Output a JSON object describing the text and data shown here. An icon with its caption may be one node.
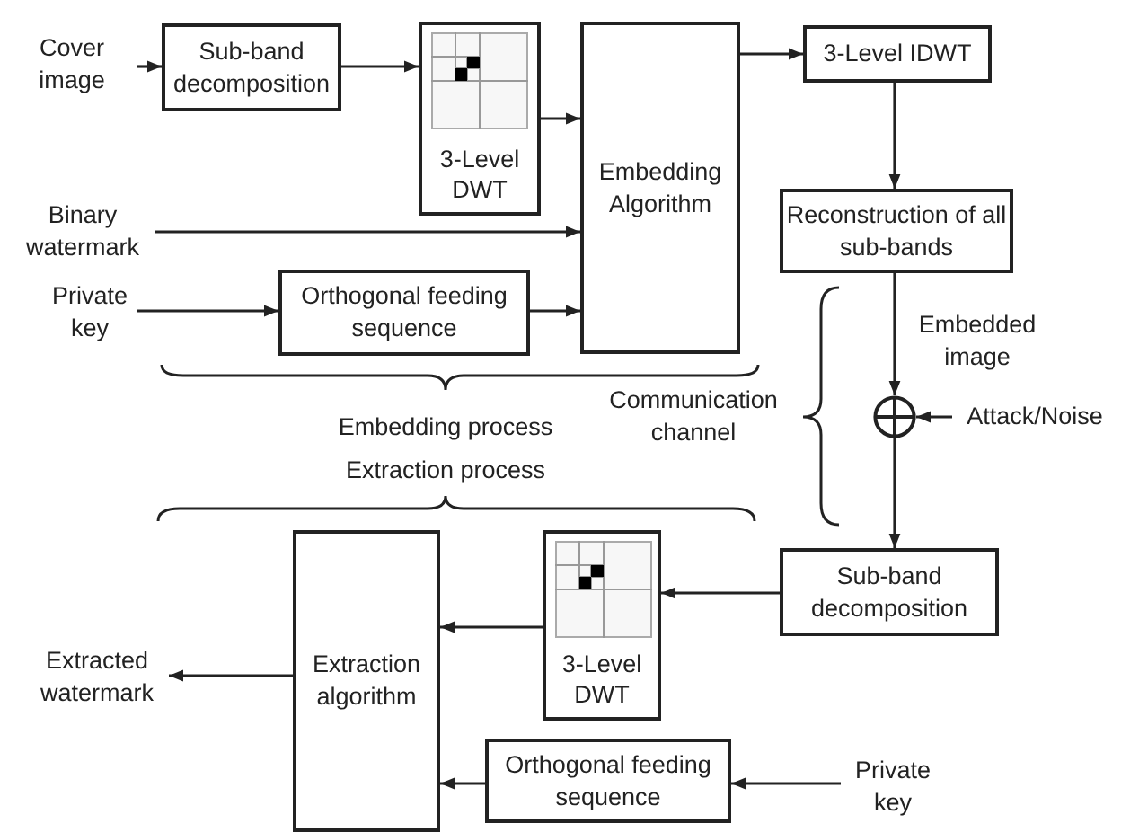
{
  "diagram": {
    "nodes": [
      {
        "text": [
          "Cover image"
        ]
      },
      {
        "text": [
          "Sub-band decomposition"
        ]
      },
      {
        "text": [
          "3-Level DWT"
        ]
      },
      {
        "text": [
          "Binary watermark"
        ]
      },
      {
        "text": [
          "Private key"
        ]
      },
      {
        "text": [
          "Orthogonal feeding sequence"
        ]
      },
      {
        "text": [
          "Embedding Algorithm"
        ]
      },
      {
        "text": [
          "3-Level IDWT"
        ]
      },
      {
        "text": [
          "Reconstruction of all sub-bands"
        ]
      },
      {
        "text": [],
        "shape": "circle"
      },
      {
        "text": [
          "Attack/Noise"
        ]
      },
      {
        "text": [
          "Sub-band decomposition"
        ]
      },
      {
        "text": [
          "3-Level DWT"
        ]
      },
      {
        "text": [
          "Extraction algorithm"
        ]
      },
      {
        "text": [
          "Extracted watermark"
        ]
      },
      {
        "text": [
          "Orthogonal feeding sequence"
        ]
      },
      {
        "text": [
          "Private key"
        ]
      }
    ],
    "edges": [
      {
        "from": 0,
        "to": 1,
        "arrow": "to"
      },
      {
        "from": 1,
        "to": 2,
        "arrow": "to"
      },
      {
        "from": 2,
        "to": 6,
        "arrow": "to"
      },
      {
        "from": 3,
        "to": 6,
        "arrow": "to"
      },
      {
        "from": 4,
        "to": 5,
        "arrow": "to"
      },
      {
        "from": 5,
        "to": 6,
        "arrow": "to"
      },
      {
        "from": 6,
        "to": 7,
        "arrow": "to"
      },
      {
        "from": 7,
        "to": 8,
        "arrow": "to"
      },
      {
        "from": 8,
        "to": 9,
        "arrow": "to",
        "label": "Embedded image"
      },
      {
        "from": 10,
        "to": 9,
        "arrow": "to"
      },
      {
        "from": 9,
        "to": 11,
        "arrow": "to"
      },
      {
        "from": 11,
        "to": 12,
        "arrow": "to"
      },
      {
        "from": 12,
        "to": 13,
        "arrow": "to"
      },
      {
        "from": 13,
        "to": 14,
        "arrow": "to"
      },
      {
        "from": 16,
        "to": 15,
        "arrow": "to"
      },
      {
        "from": 15,
        "to": 13,
        "arrow": "to"
      }
    ],
    "labels": [
      "Embedding process",
      "Extraction process",
      "Communication channel"
    ]
  }
}
